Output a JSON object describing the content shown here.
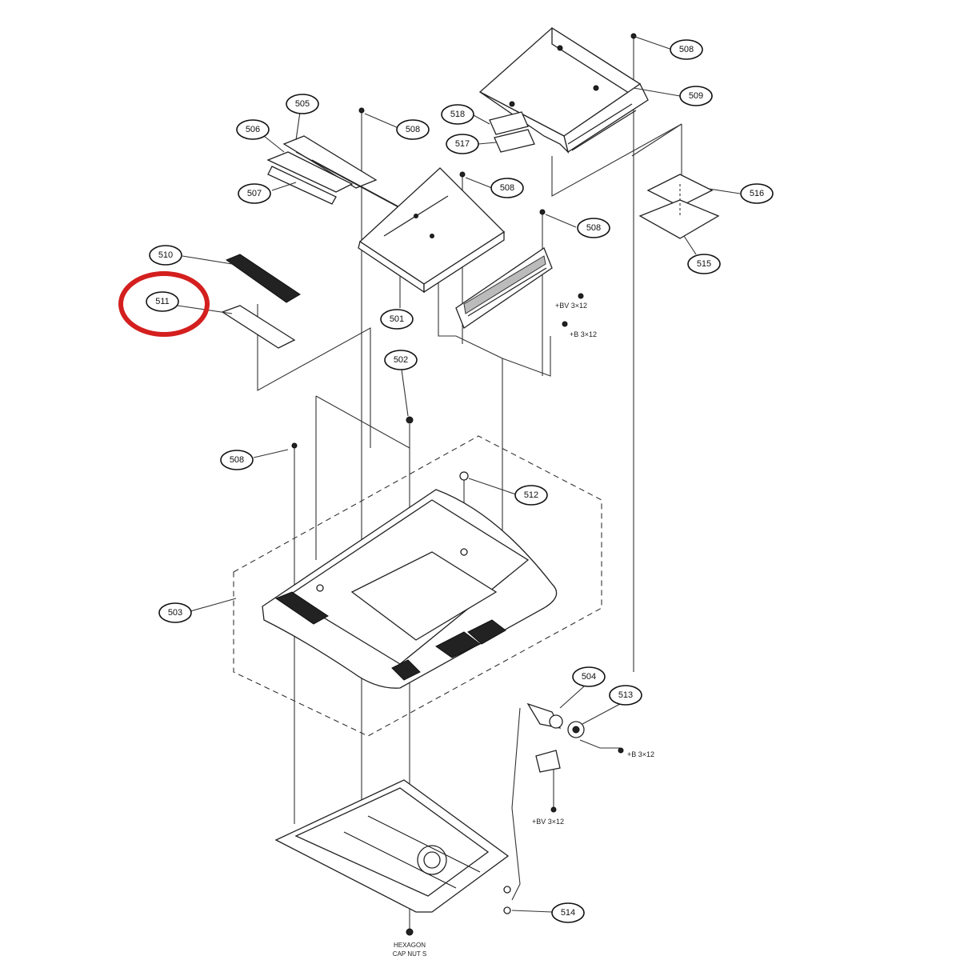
{
  "callouts": [
    {
      "id": "c508a",
      "label": "508"
    },
    {
      "id": "c509",
      "label": "509"
    },
    {
      "id": "c518",
      "label": "518"
    },
    {
      "id": "c517",
      "label": "517"
    },
    {
      "id": "c505",
      "label": "505"
    },
    {
      "id": "c506",
      "label": "506"
    },
    {
      "id": "c507",
      "label": "507"
    },
    {
      "id": "c508b",
      "label": "508"
    },
    {
      "id": "c508c",
      "label": "508"
    },
    {
      "id": "c508d",
      "label": "508"
    },
    {
      "id": "c516",
      "label": "516"
    },
    {
      "id": "c515",
      "label": "515"
    },
    {
      "id": "c510",
      "label": "510"
    },
    {
      "id": "c511",
      "label": "511"
    },
    {
      "id": "c501",
      "label": "501"
    },
    {
      "id": "c502",
      "label": "502"
    },
    {
      "id": "c508e",
      "label": "508"
    },
    {
      "id": "c512",
      "label": "512"
    },
    {
      "id": "c503",
      "label": "503"
    },
    {
      "id": "c504",
      "label": "504"
    },
    {
      "id": "c513",
      "label": "513"
    },
    {
      "id": "c514",
      "label": "514"
    }
  ],
  "screw_notes": [
    {
      "id": "s1",
      "text": "+BV 3×12"
    },
    {
      "id": "s2",
      "text": "+B 3×12"
    },
    {
      "id": "s3",
      "text": "+B 3×12"
    },
    {
      "id": "s4",
      "text": "+BV 3×12"
    }
  ],
  "hexagon_note": {
    "line1": "HEXAGON",
    "line2": "CAP NUT S"
  },
  "highlight": {
    "target": "511",
    "color": "#d41f1f"
  }
}
